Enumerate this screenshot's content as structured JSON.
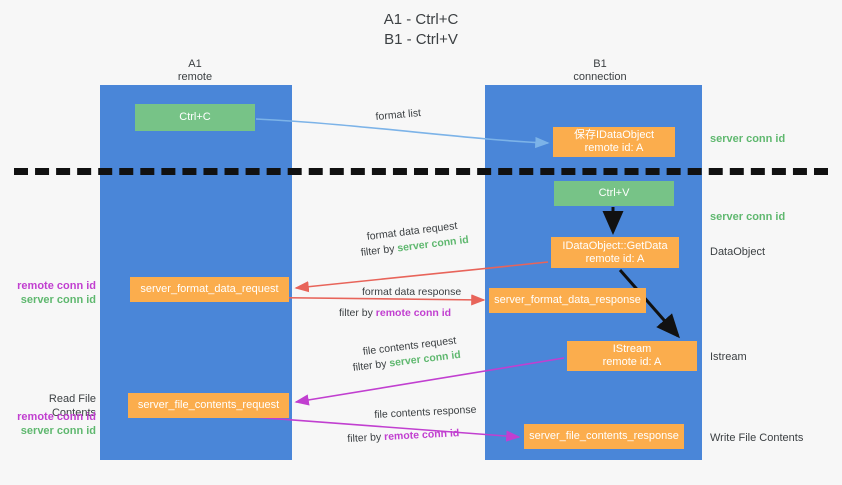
{
  "title": {
    "line1": "A1 - Ctrl+C",
    "line2": "B1 - Ctrl+V"
  },
  "columns": [
    {
      "name": "A1",
      "sub": "remote"
    },
    {
      "name": "B1",
      "sub": "connection"
    }
  ],
  "colors": {
    "lane": "#4a86d8",
    "orange": "#fbad4d",
    "green_box": "#77c387",
    "green_text": "#5fb86f",
    "magenta_text": "#c13fd0",
    "arrow_blue": "#7cb3e8",
    "arrow_red": "#e8645a",
    "arrow_magenta": "#c13fd0",
    "arrow_dark": "#1a1a1a",
    "divider": "#111111",
    "background": "#f7f7f7"
  },
  "boxes": {
    "ctrl_c": "Ctrl+C",
    "ctrl_v": "Ctrl+V",
    "save_idataobject": {
      "line1": "保存IDataObject",
      "line2": "remote id: A"
    },
    "getdata": {
      "line1": "IDataObject::GetData",
      "line2": "remote id: A"
    },
    "istream": {
      "line1": "IStream",
      "line2": "remote id: A"
    },
    "server_format_data_request": "server_format_data_request",
    "server_format_data_response": "server_format_data_response",
    "server_file_contents_request": "server_file_contents_request",
    "server_file_contents_response": "server_file_contents_response"
  },
  "side_labels": {
    "server_conn_id_top": "server conn id",
    "server_conn_id_mid": "server conn id",
    "dataobject": "DataObject",
    "istream": "Istream",
    "write_file_contents": "Write File Contents"
  },
  "left_labels": {
    "remote_conn_id_1": "remote conn id",
    "server_conn_id_1": "server conn id",
    "read_file_contents": "Read File Contents",
    "remote_conn_id_2": "remote conn id",
    "server_conn_id_2": "server conn id"
  },
  "annotations": {
    "format_list": "format list",
    "format_data_request": "format data request",
    "format_data_request_filter_prefix": "filter by ",
    "format_data_request_filter_value": "server conn id",
    "format_data_response": "format data response",
    "format_data_response_filter_prefix": "filter by ",
    "format_data_response_filter_value": "remote conn id",
    "file_contents_request": "file contents request",
    "file_contents_request_filter_prefix": "filter by ",
    "file_contents_request_filter_value": "server conn id",
    "file_contents_response": "file contents response",
    "file_contents_response_filter_prefix": "filter by ",
    "file_contents_response_filter_value": "remote conn id"
  }
}
